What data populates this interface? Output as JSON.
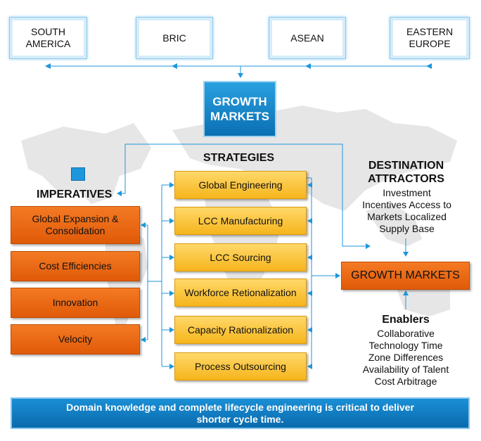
{
  "regions": [
    {
      "label": "SOUTH\nAMERICA"
    },
    {
      "label": "BRIC"
    },
    {
      "label": "ASEAN"
    },
    {
      "label": "EASTERN\nEUROPE"
    }
  ],
  "growth_markets_top": "GROWTH\nMARKETS",
  "strategies": {
    "heading": "STRATEGIES",
    "items": [
      "Global Engineering",
      "LCC Manufacturing",
      "LCC Sourcing",
      "Workforce Retionalization",
      "Capacity Rationalization",
      "Process Outsourcing"
    ]
  },
  "imperatives": {
    "heading": "IMPERATIVES",
    "items": [
      "Global Expansion &\nConsolidation",
      "Cost Efficiencies",
      "Innovation",
      "Velocity"
    ]
  },
  "destination": {
    "heading": "DESTINATION\nATTRACTORS",
    "text": "Investment\nIncentives Access to\nMarkets Localized\nSupply Base"
  },
  "growth_markets_right": "GROWTH MARKETS",
  "enablers": {
    "heading": "Enablers",
    "text": "Collaborative\nTechnology Time\nZone Differences\nAvailability of Talent\nCost Arbitrage"
  },
  "banner": "Domain knowledge and complete lifecycle engineering is critical to deliver\nshorter cycle time.",
  "colors": {
    "blue": "#1d96dc",
    "orange": "#f06a14",
    "yellow": "#f9c22e",
    "map": "#e4e4e4"
  }
}
